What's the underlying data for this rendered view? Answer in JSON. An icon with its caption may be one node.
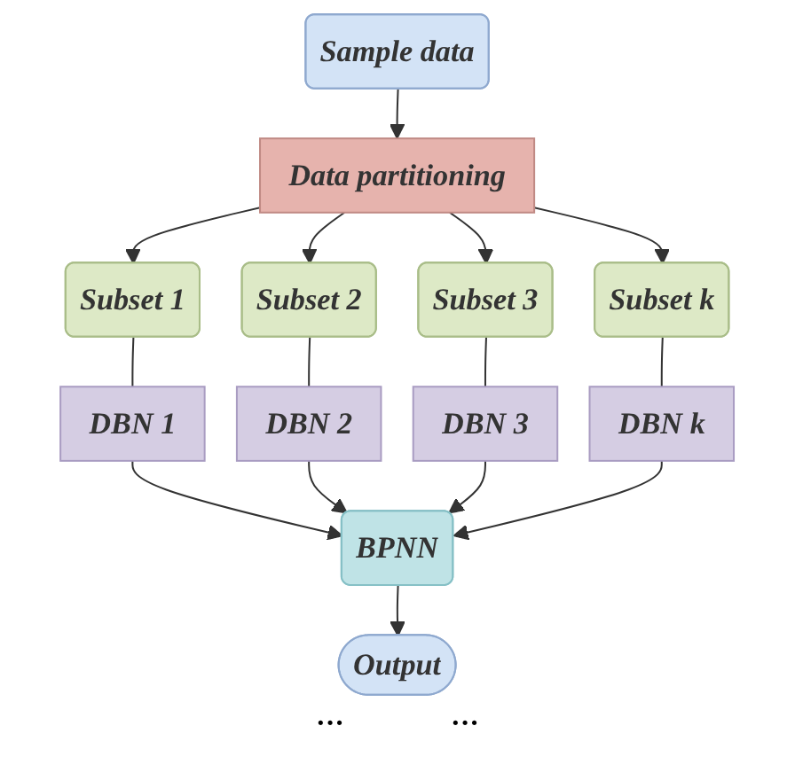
{
  "diagram": {
    "nodes": [
      {
        "text": [
          "Sample data"
        ]
      },
      {
        "text": [
          "Data partitioning"
        ]
      },
      {
        "text": [
          "Subset 1"
        ]
      },
      {
        "text": [
          "Subset 2"
        ]
      },
      {
        "text": [
          "Subset 3"
        ]
      },
      {
        "text": [
          "Subset k"
        ]
      },
      {
        "text": [
          "DBN 1"
        ]
      },
      {
        "text": [
          "DBN 2"
        ]
      },
      {
        "text": [
          "DBN 3"
        ]
      },
      {
        "text": [
          "DBN k"
        ]
      },
      {
        "text": [
          "BPNN"
        ]
      },
      {
        "text": [
          "Output"
        ]
      }
    ],
    "edges": [
      {
        "from": 0,
        "to": 1,
        "arrow": "to"
      },
      {
        "from": 1,
        "to": 2,
        "arrow": "to"
      },
      {
        "from": 1,
        "to": 3,
        "arrow": "to"
      },
      {
        "from": 1,
        "to": 4,
        "arrow": "to"
      },
      {
        "from": 1,
        "to": 5,
        "arrow": "to"
      },
      {
        "from": 2,
        "to": 6,
        "arrow": "none"
      },
      {
        "from": 3,
        "to": 7,
        "arrow": "none"
      },
      {
        "from": 4,
        "to": 8,
        "arrow": "none"
      },
      {
        "from": 5,
        "to": 9,
        "arrow": "none"
      },
      {
        "from": 6,
        "to": 10,
        "arrow": "to"
      },
      {
        "from": 7,
        "to": 10,
        "arrow": "to"
      },
      {
        "from": 8,
        "to": 10,
        "arrow": "to"
      },
      {
        "from": 9,
        "to": 10,
        "arrow": "to"
      },
      {
        "from": 10,
        "to": 11,
        "arrow": "to"
      }
    ],
    "labels": [
      "···",
      "···"
    ]
  }
}
